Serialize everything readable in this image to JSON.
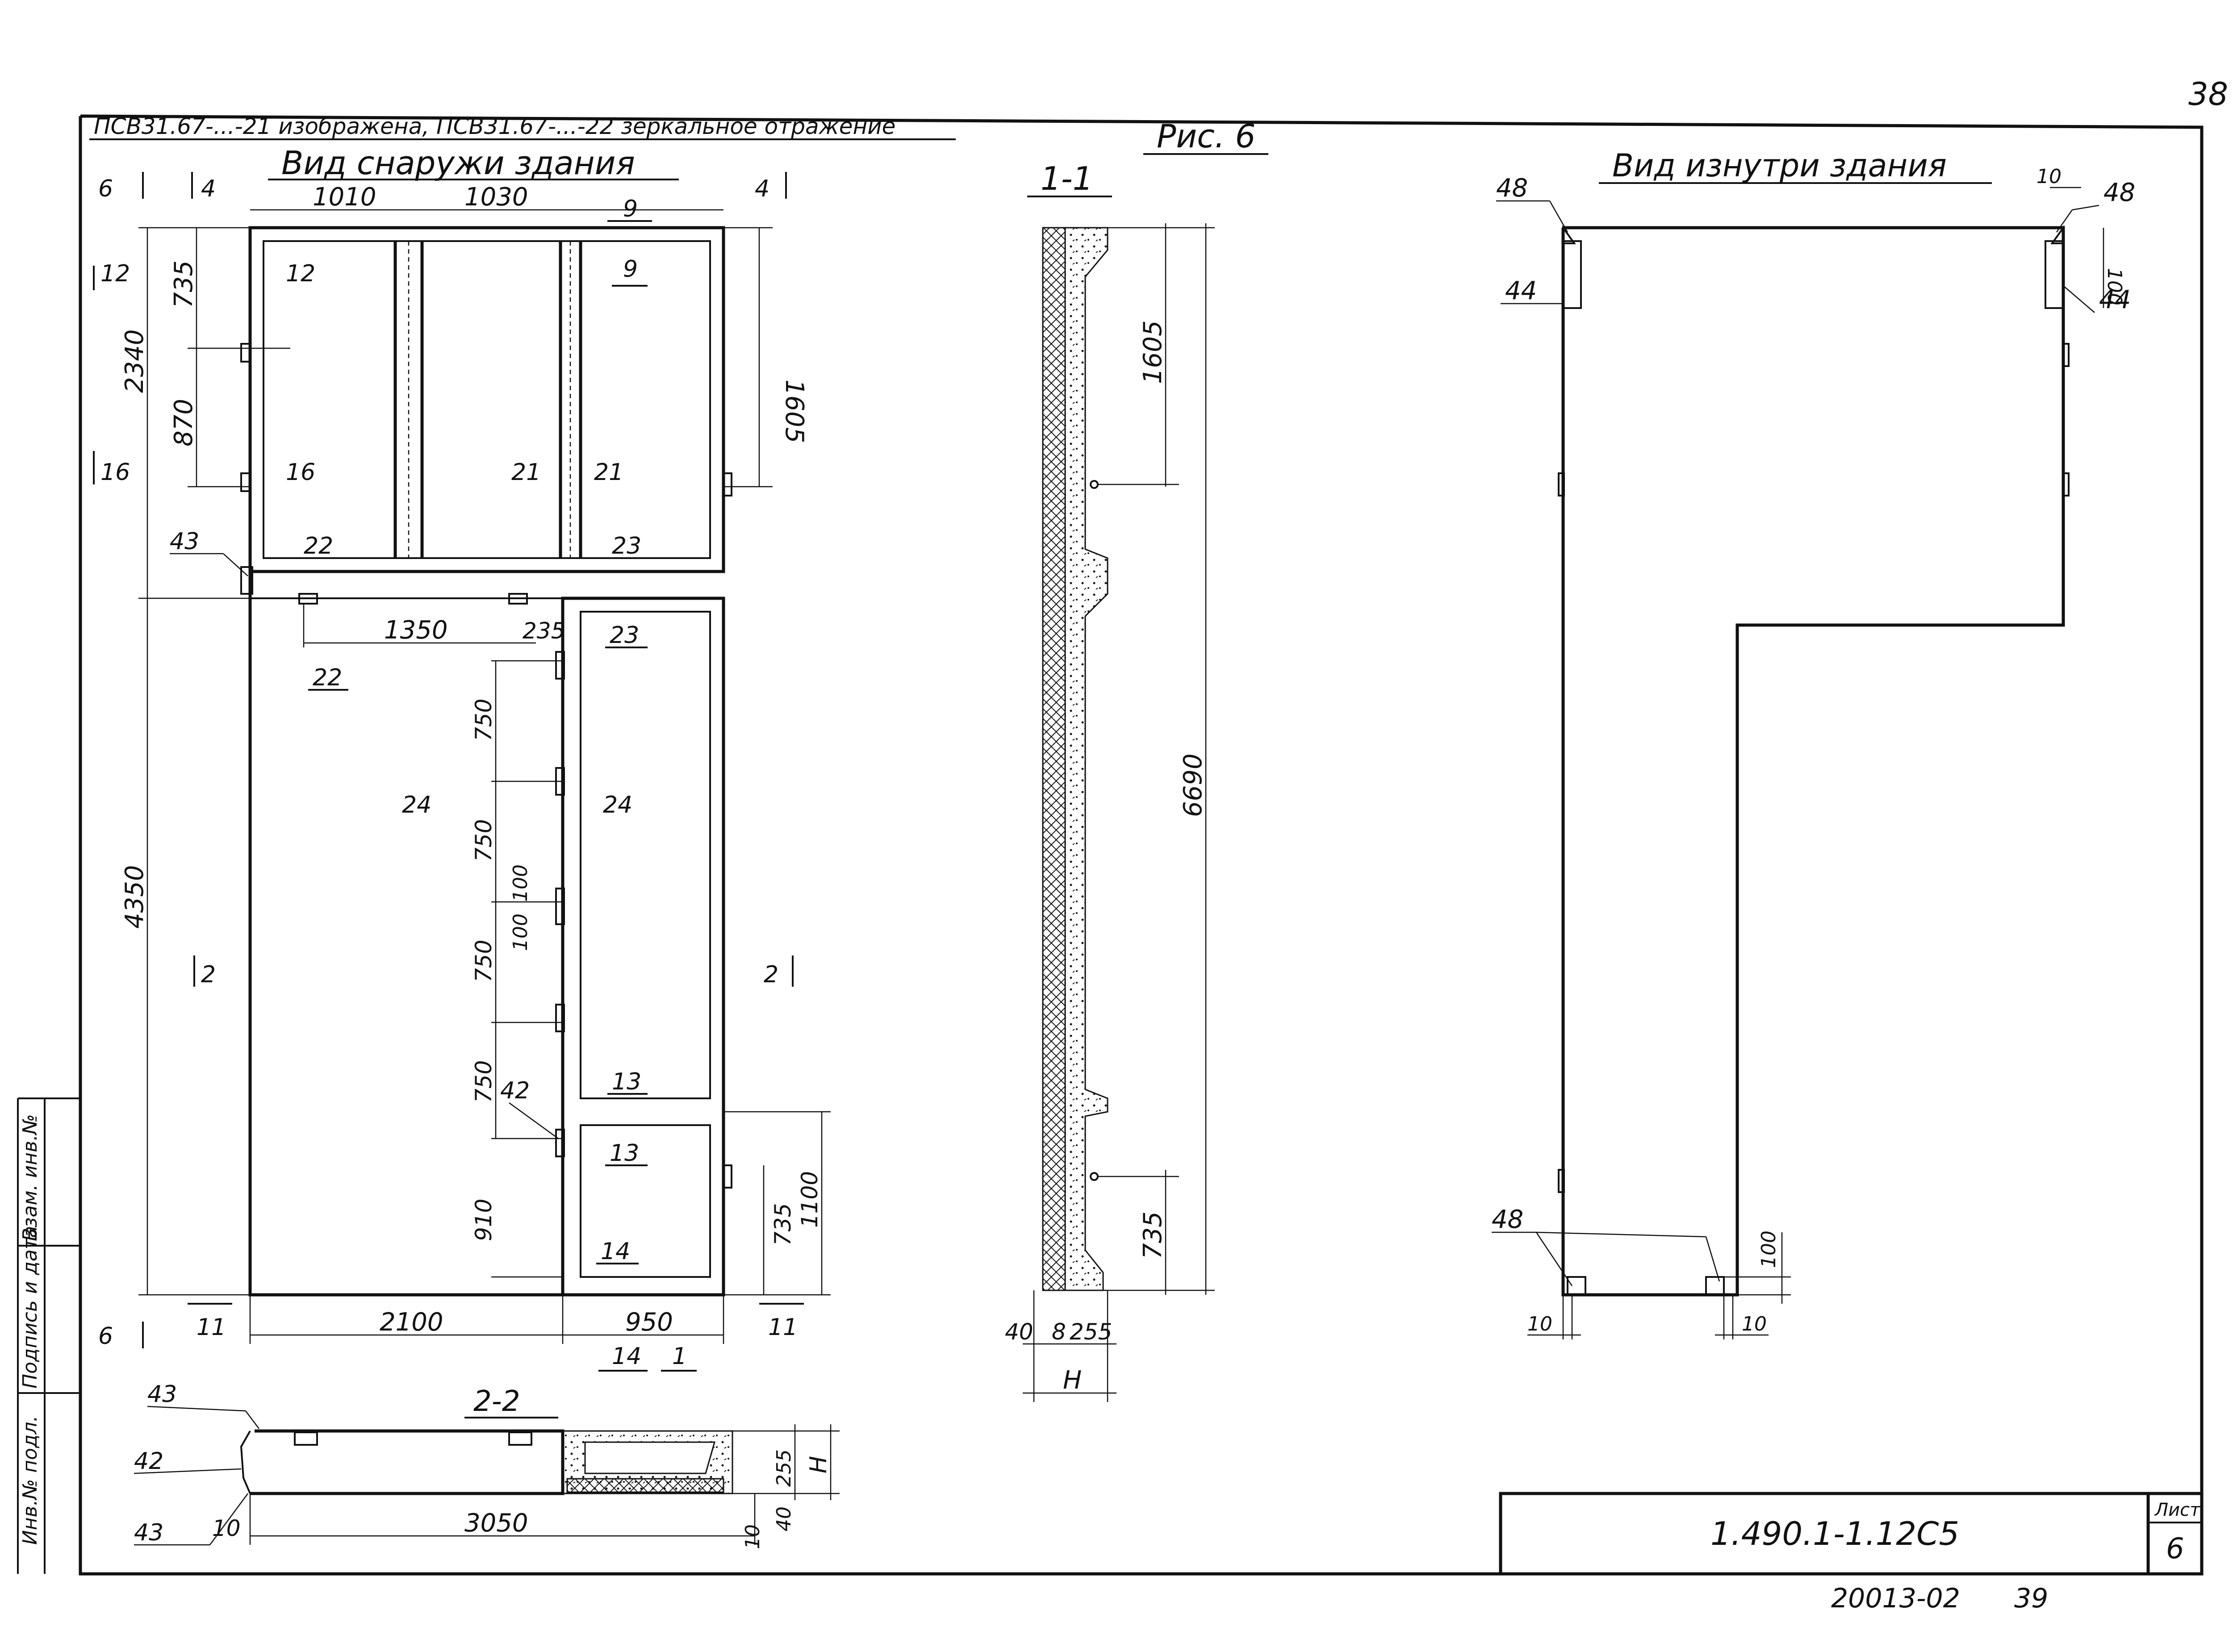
{
  "sheet": {
    "page_number": "38",
    "subtitle": "ПСВ31.67-...-21 изображена, ПСВ31.67-...-22 зеркальное отражение",
    "figure_label": "Рис. 6",
    "doc_code": "1.490.1-1.12С5",
    "sheet_label": "Лист",
    "sheet_number": "6",
    "archive_number": "20013-02",
    "archive_page": "39"
  },
  "side_stamp": {
    "field_1": "Инв.№ подл.",
    "field_2": "Подпись и дата",
    "field_3": "Взам. инв.№"
  },
  "outside_view": {
    "title": "Вид снаружи здания",
    "dims": {
      "top_left": "1010",
      "top_right": "1030",
      "left_upper_1": "735",
      "left_upper_2": "870",
      "left_total_upper": "2340",
      "right_upper": "1605",
      "left_total_lower": "4350",
      "mid_1350": "1350",
      "mid_235": "235",
      "v750_1": "750",
      "v750_2": "750",
      "v750_3": "750",
      "v750_4": "750",
      "v100_a": "100",
      "v100_b": "100",
      "v910": "910",
      "right_lower_735": "735",
      "right_lower_1100": "1100",
      "bottom_2100": "2100",
      "bottom_950": "950"
    },
    "marks": {
      "m9_top": "9",
      "m9_mid": "9",
      "m12": "12",
      "m12_left": "12",
      "m16": "16",
      "m16_left": "16",
      "m21_a": "21",
      "m21_b": "21",
      "m22_a": "22",
      "m22_b": "22",
      "m23_a": "23",
      "m23_b": "23",
      "m24_a": "24",
      "m24_b": "24",
      "m13_a": "13",
      "m13_b": "13",
      "m14_a": "14",
      "m14_b": "14",
      "m11_a": "11",
      "m11_b": "11",
      "m1": "1",
      "m2_left": "2",
      "m2_right": "2",
      "m4_a": "4",
      "m4_b": "4",
      "m6_a": "6",
      "m6_b": "6",
      "m43": "43",
      "m42": "42"
    }
  },
  "section_1_1": {
    "title": "1-1",
    "dims": {
      "d1605": "1605",
      "d6690": "6690",
      "d735": "735",
      "d40": "40",
      "d8": "8",
      "d255": "255",
      "dH": "H"
    }
  },
  "section_2_2": {
    "title": "2-2",
    "dims": {
      "d3050": "3050",
      "d10_a": "10",
      "d10_b": "10",
      "d40": "40",
      "d255": "255",
      "dH": "H"
    },
    "marks": {
      "m43_a": "43",
      "m43_b": "43",
      "m42": "42"
    }
  },
  "inside_view": {
    "title": "Вид изнутри здания",
    "marks": {
      "m48_a": "48",
      "m48_b": "48",
      "m48_c": "48",
      "m44_a": "44",
      "m44_b": "44"
    },
    "dims": {
      "d10_top": "10",
      "d100_top": "100",
      "d100_bot": "100",
      "d10_bl": "10",
      "d10_br": "10"
    }
  }
}
